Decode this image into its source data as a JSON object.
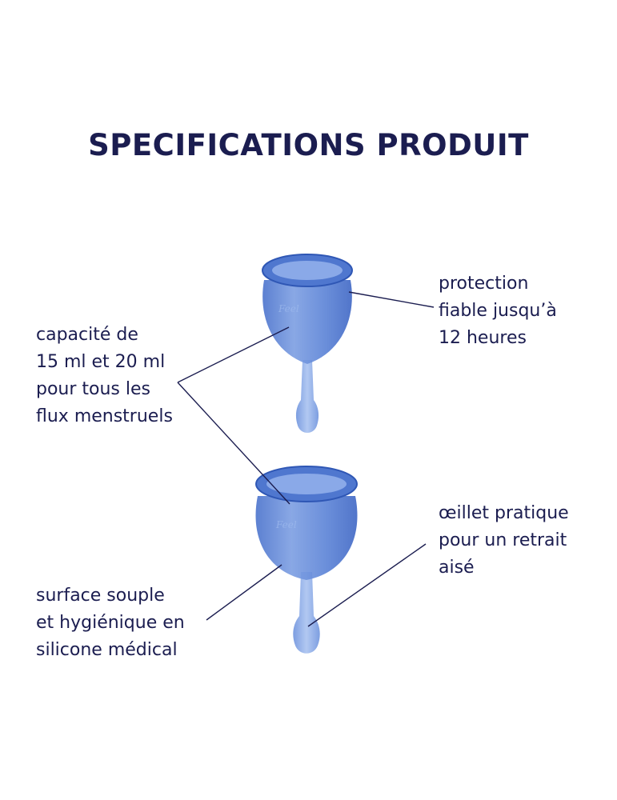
{
  "title": "SPECIFICATIONS PRODUIT",
  "colors": {
    "text": "#1b1d50",
    "cup_fill": "#5e86d8",
    "cup_dark": "#3b63c2",
    "cup_light": "#9fbbee"
  },
  "cup_brand_text": "Feel",
  "callouts": {
    "protection": {
      "lines": [
        "protection",
        "fiable jusqu’à",
        "12 heures"
      ]
    },
    "capacite": {
      "lines": [
        "capacité de",
        "15 ml et 20 ml",
        "pour tous les",
        "flux menstruels"
      ]
    },
    "oeillet": {
      "lines": [
        "œillet pratique",
        "pour un retrait",
        "aisé"
      ]
    },
    "surface": {
      "lines": [
        "surface souple",
        "et hygiénique en",
        "silicone médical"
      ]
    }
  }
}
